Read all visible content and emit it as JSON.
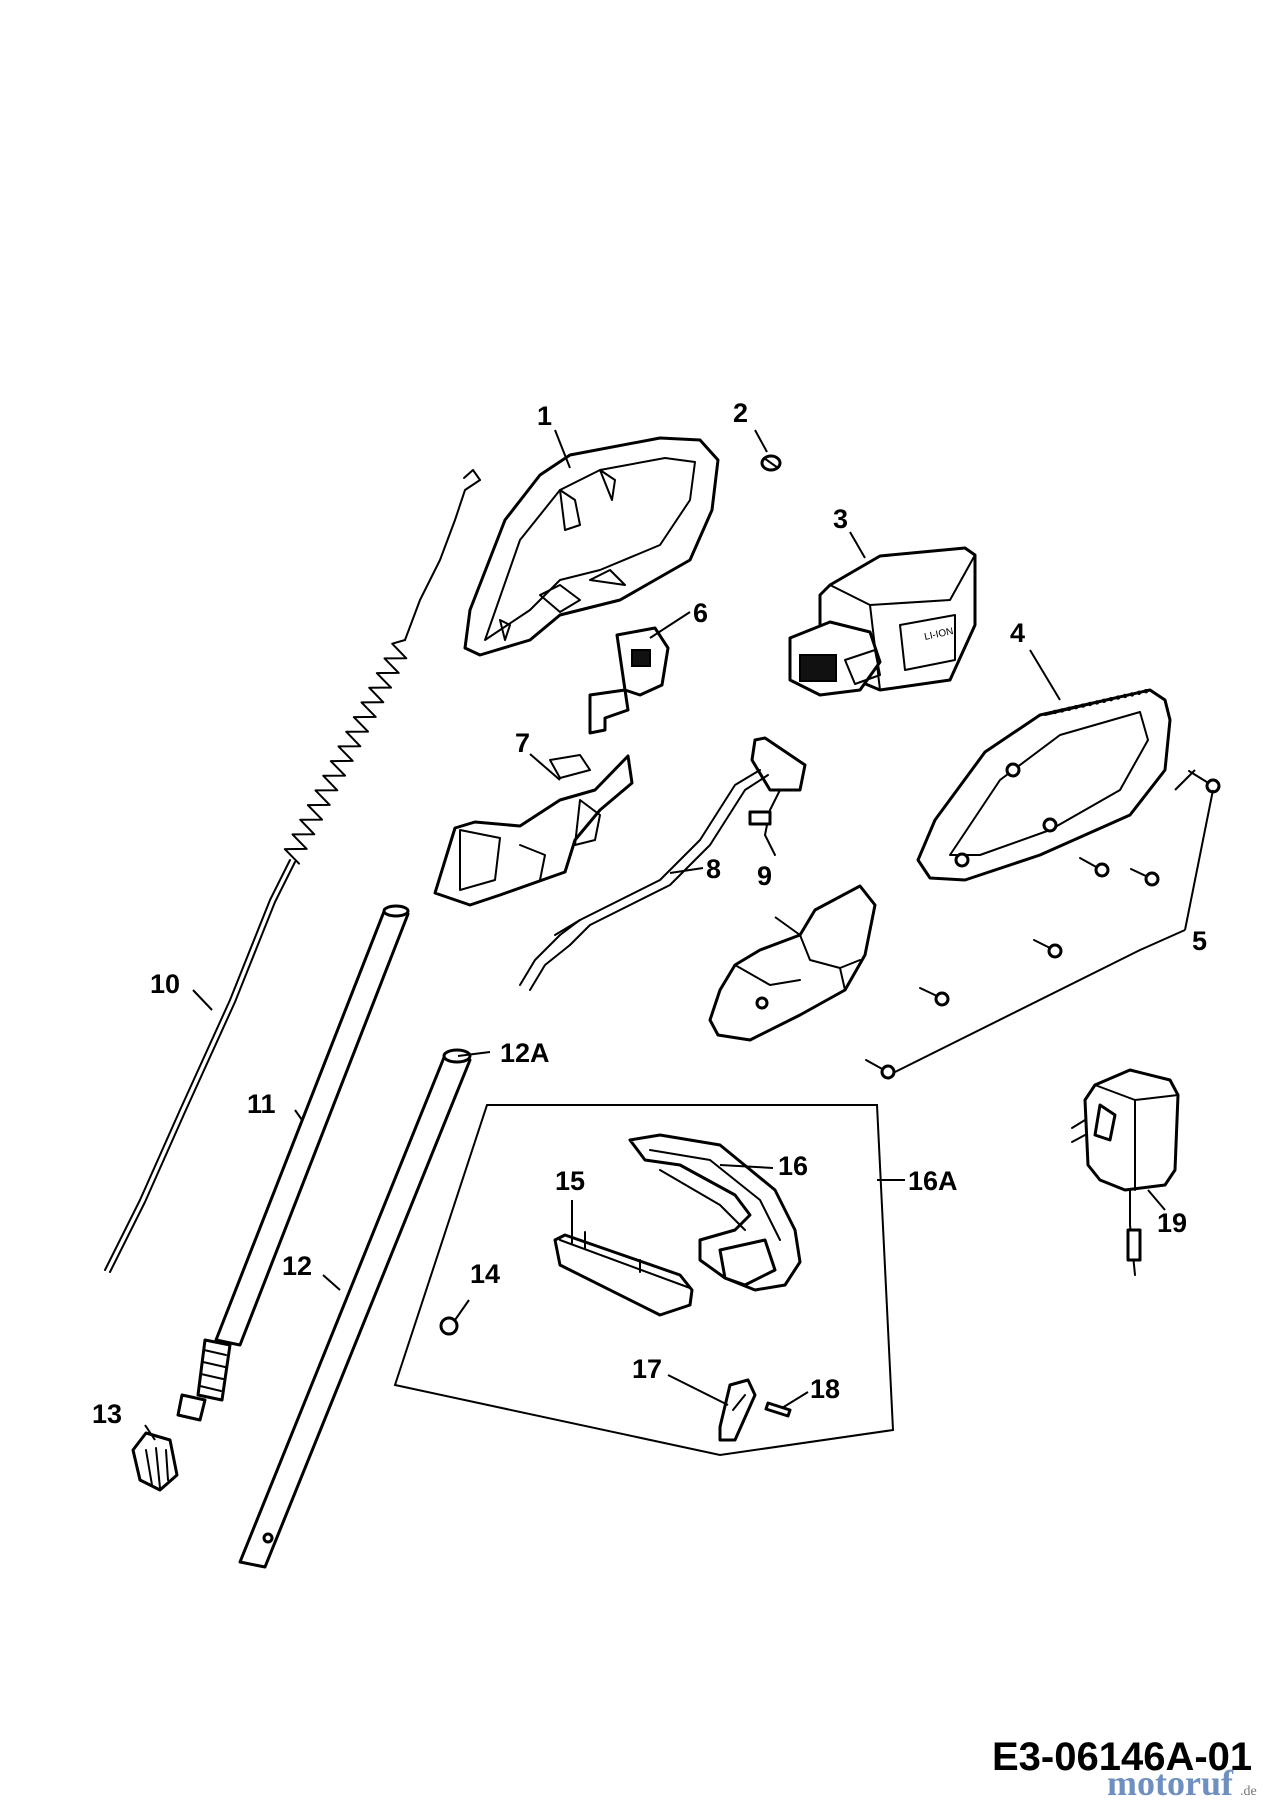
{
  "labels": {
    "p1": "1",
    "p2": "2",
    "p3": "3",
    "p4": "4",
    "p5": "5",
    "p6": "6",
    "p7": "7",
    "p8": "8",
    "p9": "9",
    "p10": "10",
    "p11": "11",
    "p12": "12",
    "p12a": "12A",
    "p13": "13",
    "p14": "14",
    "p15": "15",
    "p16": "16",
    "p16a": "16A",
    "p17": "17",
    "p18": "18",
    "p19": "19"
  },
  "reference": "E3-06146A-01",
  "watermark": {
    "name": "motoruf",
    "suffix": ".de"
  },
  "battery_text": "LI-ION"
}
